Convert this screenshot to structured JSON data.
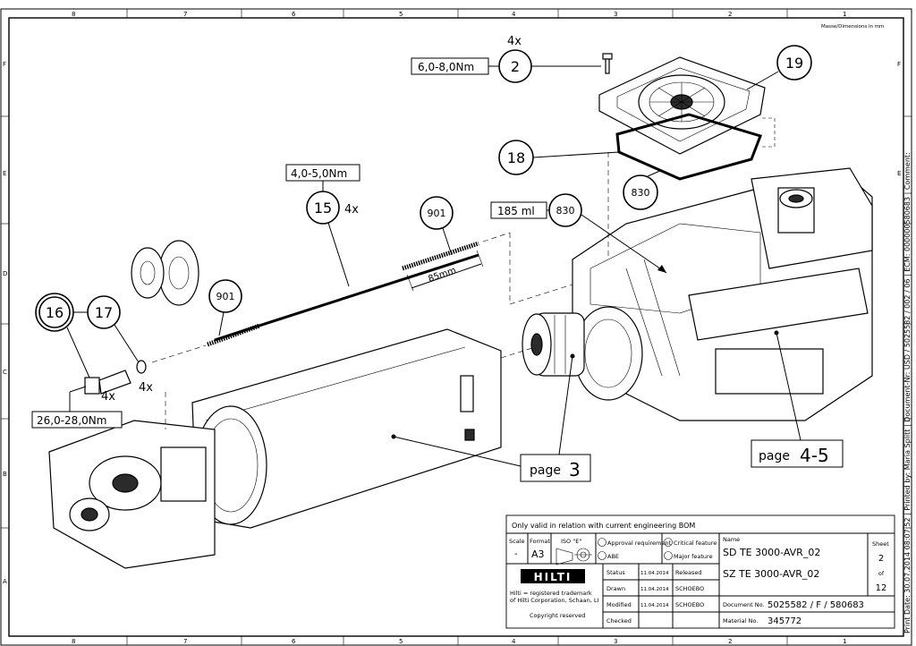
{
  "sheet": {
    "zones_top": [
      "8",
      "7",
      "6",
      "5",
      "4",
      "3",
      "2",
      "1"
    ],
    "zones_side": [
      "F",
      "E",
      "D",
      "C",
      "B",
      "A"
    ],
    "units_note": "Masse/Dimensions in mm"
  },
  "callouts": {
    "c2": {
      "num": "2",
      "qty": "4x",
      "torque": "6,0-8,0Nm"
    },
    "c19": {
      "num": "19"
    },
    "c18": {
      "num": "18"
    },
    "c830a": {
      "num": "830"
    },
    "c830b": {
      "num": "830",
      "volume": "185 ml"
    },
    "c15": {
      "num": "15",
      "qty": "4x",
      "torque": "4,0-5,0Nm"
    },
    "c901a": {
      "num": "901"
    },
    "c901b": {
      "num": "901"
    },
    "dim": {
      "text": "85mm"
    },
    "c16": {
      "num": "16"
    },
    "c17": {
      "num": "17"
    },
    "qty16": "4x",
    "qty17": "4x",
    "torque16": "26,0-28,0Nm",
    "page3": {
      "word": "page",
      "num": "3"
    },
    "page45": {
      "word": "page",
      "num": "4-5"
    }
  },
  "title_block": {
    "note": "Only valid in relation with current engineering BOM",
    "scale_label": "Scale",
    "scale_value": "-",
    "format_label": "Format",
    "format_value": "A3",
    "iso_label": "ISO \"E\"",
    "approval": "Approval requirement",
    "critical": "Critical feature",
    "abe": "ABE",
    "major": "Major feature",
    "logo": "HILTI",
    "trademark1": "Hilti = registered trademark",
    "trademark2": "of Hilti Corporation, Schaan, LI",
    "copyright": "Copyright reserved",
    "rows": [
      {
        "label": "Status",
        "date": "11.04.2014",
        "value": "Released"
      },
      {
        "label": "Drawn",
        "date": "11.04.2014",
        "value": "SCHOEBO"
      },
      {
        "label": "Modified",
        "date": "11.04.2014",
        "value": "SCHOEBO"
      },
      {
        "label": "Checked",
        "date": "",
        "value": ""
      }
    ],
    "name_label": "Name",
    "name1": "SD TE 3000-AVR_02",
    "name2": "SZ TE 3000-AVR_02",
    "sheet_label": "Sheet",
    "sheet_num": "2",
    "of_label": "of",
    "sheet_total": "12",
    "doc_label": "Document No.",
    "doc_value": "5025582 / F / 580683",
    "mat_label": "Material No.",
    "mat_value": "345772"
  },
  "side_text": "Print Date: 30.07.2014 08:07:52 | Printed by: Maria Splitt | Document-Nr: USD / 5025582 / 002 / 06 | ECM: 000000580683 | Comment:"
}
